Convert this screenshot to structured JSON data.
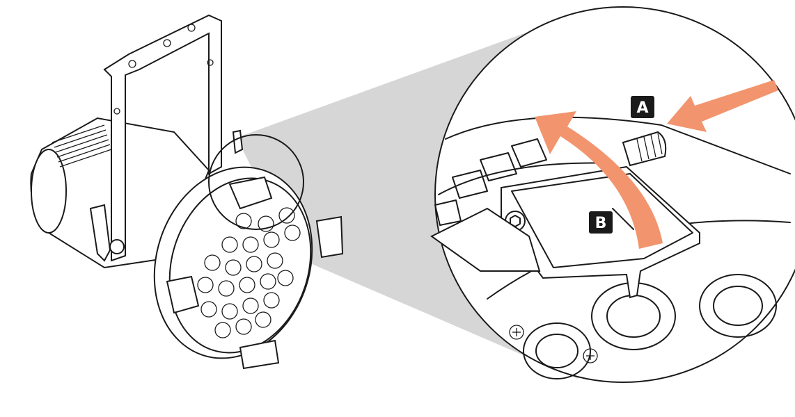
{
  "labels": {
    "a": "A",
    "b": "B"
  },
  "colors": {
    "arrow": "#F2956E",
    "zoom_cone": "#D6D6D6",
    "line": "#1A1A1A",
    "label_bg": "#1A1A1A",
    "label_fg": "#FFFFFF"
  },
  "icons": {
    "push_arrow": "straight-arrow-left",
    "rotate_arrow": "curved-arrow-up"
  }
}
